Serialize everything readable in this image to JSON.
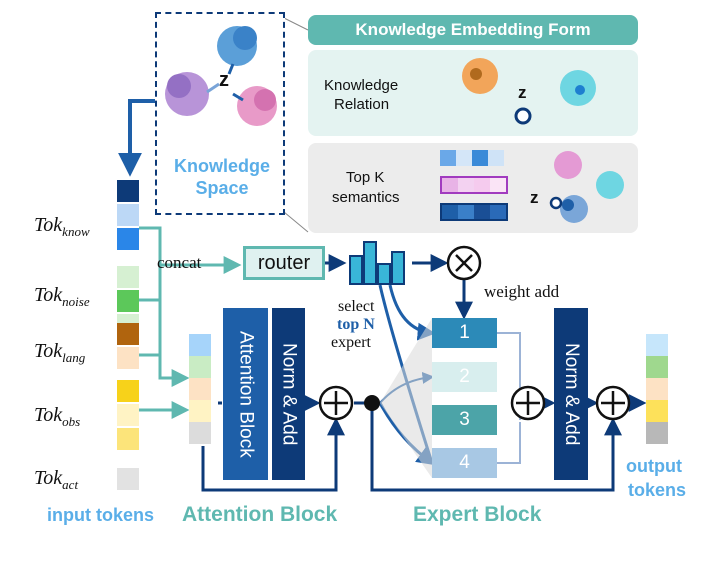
{
  "colors": {
    "teal": "#5fb8b0",
    "teal_light": "#e6f4f2",
    "gray_panel": "#ececec",
    "navy": "#0d3a78",
    "blue_mid": "#1e5fa8",
    "sky": "#59a9e8",
    "sky_text": "#5aaee8",
    "expert_teal": "#4ca4a8"
  },
  "knowledge": {
    "space_title_1": "Knowledge",
    "space_title_2": "Space",
    "space_z": "z",
    "embedding_form_title": "Knowledge Embedding Form",
    "relation_line1": "Knowledge",
    "relation_line2": "Relation",
    "relation_z": "z",
    "topk_line1": "Top K",
    "topk_line2": "semantics",
    "topk_z": "z"
  },
  "tokens": {
    "know": {
      "base": "Tok",
      "sub": "know"
    },
    "noise": {
      "base": "Tok",
      "sub": "noise"
    },
    "lang": {
      "base": "Tok",
      "sub": "lang"
    },
    "obs": {
      "base": "Tok",
      "sub": "obs"
    },
    "act": {
      "base": "Tok",
      "sub": "act"
    },
    "input_label": "input tokens",
    "output_label_1": "output",
    "output_label_2": "tokens"
  },
  "router": {
    "concat_label": "concat",
    "router_label": "router",
    "weight_add_label": "weight add",
    "select_line1": "select",
    "select_line2": "top N",
    "select_line3": "expert"
  },
  "attention": {
    "block_label": "Attention Block",
    "norm_label": "Norm & Add",
    "section_label": "Attention Block"
  },
  "expert": {
    "experts": [
      "1",
      "2",
      "3",
      "4"
    ],
    "norm_label": "Norm & Add",
    "section_label": "Expert Block"
  }
}
